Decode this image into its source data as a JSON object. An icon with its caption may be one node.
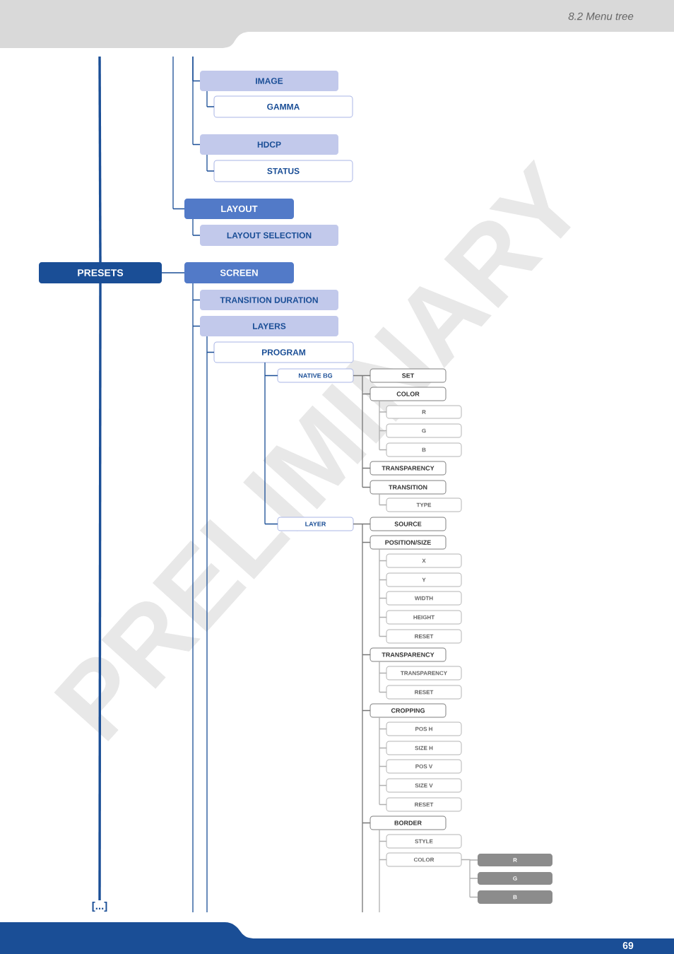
{
  "diagram": {
    "nodes": [
      {
        "text": [
          "IMAGE"
        ]
      },
      {
        "text": [
          "GAMMA"
        ]
      },
      {
        "text": [
          "HDCP"
        ]
      },
      {
        "text": [
          "STATUS"
        ]
      },
      {
        "text": [
          "LAYOUT"
        ]
      },
      {
        "text": [
          "LAYOUT SELECTION"
        ]
      },
      {
        "text": [
          "PRESETS"
        ]
      },
      {
        "text": [
          "SCREEN"
        ]
      },
      {
        "text": [
          "TRANSITION DURATION"
        ]
      },
      {
        "text": [
          "LAYERS"
        ]
      },
      {
        "text": [
          "PROGRAM"
        ]
      },
      {
        "text": [
          "NATIVE BG"
        ]
      },
      {
        "text": [
          "SET"
        ]
      },
      {
        "text": [
          "COLOR"
        ]
      },
      {
        "text": [
          "R"
        ]
      },
      {
        "text": [
          "G"
        ]
      },
      {
        "text": [
          "B"
        ]
      },
      {
        "text": [
          "TRANSPARENCY"
        ]
      },
      {
        "text": [
          "TRANSITION"
        ]
      },
      {
        "text": [
          "TYPE"
        ]
      },
      {
        "text": [
          "LAYER"
        ]
      },
      {
        "text": [
          "SOURCE"
        ]
      },
      {
        "text": [
          "POSITION/SIZE"
        ]
      },
      {
        "text": [
          "X"
        ]
      },
      {
        "text": [
          "Y"
        ]
      },
      {
        "text": [
          "WIDTH"
        ]
      },
      {
        "text": [
          "HEIGHT"
        ]
      },
      {
        "text": [
          "RESET"
        ]
      },
      {
        "text": [
          "TRANSPARENCY"
        ]
      },
      {
        "text": [
          "TRANSPARENCY"
        ]
      },
      {
        "text": [
          "RESET"
        ]
      },
      {
        "text": [
          "CROPPING"
        ]
      },
      {
        "text": [
          "POS H"
        ]
      },
      {
        "text": [
          "SIZE H"
        ]
      },
      {
        "text": [
          "POS V"
        ]
      },
      {
        "text": [
          "SIZE V"
        ]
      },
      {
        "text": [
          "RESET"
        ]
      },
      {
        "text": [
          "BORDER"
        ]
      },
      {
        "text": [
          "STYLE"
        ]
      },
      {
        "text": [
          "COLOR"
        ]
      },
      {
        "text": [
          "R"
        ]
      },
      {
        "text": [
          "G"
        ]
      },
      {
        "text": [
          "B"
        ]
      },
      {
        "text": [
          "[...]"
        ]
      }
    ],
    "edges": [
      {
        "from": null,
        "to": 0,
        "arrow": "none",
        "color": "#1a4e96"
      },
      {
        "from": 0,
        "to": 1,
        "arrow": "none",
        "color": "#1a4e96"
      },
      {
        "from": null,
        "to": 2,
        "arrow": "none",
        "color": "#1a4e96"
      },
      {
        "from": 2,
        "to": 3,
        "arrow": "none",
        "color": "#1a4e96"
      },
      {
        "from": null,
        "to": 4,
        "arrow": "none",
        "color": "#1a4e96"
      },
      {
        "from": 4,
        "to": 5,
        "arrow": "none",
        "color": "#1a4e96"
      },
      {
        "from": null,
        "to": 6,
        "arrow": "none",
        "style": "thick",
        "color": "#1a4e96"
      },
      {
        "from": 6,
        "to": 43,
        "arrow": "none",
        "style": "thick",
        "color": "#1a4e96"
      },
      {
        "from": 6,
        "to": 7,
        "arrow": "none",
        "color": "#1a4e96"
      },
      {
        "from": 7,
        "to": 8,
        "arrow": "none",
        "color": "#1a4e96"
      },
      {
        "from": 7,
        "to": 9,
        "arrow": "none",
        "color": "#1a4e96"
      },
      {
        "from": 7,
        "to": null,
        "arrow": "none",
        "color": "#1a4e96"
      },
      {
        "from": 9,
        "to": 10,
        "arrow": "none",
        "color": "#1a4e96"
      },
      {
        "from": 9,
        "to": null,
        "arrow": "none",
        "color": "#1a4e96"
      },
      {
        "from": 10,
        "to": 11,
        "arrow": "none",
        "color": "#1a4e96"
      },
      {
        "from": 10,
        "to": 20,
        "arrow": "none",
        "color": "#1a4e96"
      },
      {
        "from": 11,
        "to": 12,
        "arrow": "none",
        "color": "#777777"
      },
      {
        "from": 11,
        "to": 13,
        "arrow": "none",
        "color": "#777777"
      },
      {
        "from": 13,
        "to": 14,
        "arrow": "none"
      },
      {
        "from": 13,
        "to": 15,
        "arrow": "none"
      },
      {
        "from": 13,
        "to": 16,
        "arrow": "none"
      },
      {
        "from": 11,
        "to": 17,
        "arrow": "none",
        "color": "#777777"
      },
      {
        "from": 11,
        "to": 18,
        "arrow": "none",
        "color": "#777777"
      },
      {
        "from": 18,
        "to": 19,
        "arrow": "none"
      },
      {
        "from": 20,
        "to": 21,
        "arrow": "none",
        "color": "#777777"
      },
      {
        "from": 20,
        "to": 22,
        "arrow": "none",
        "color": "#777777"
      },
      {
        "from": 22,
        "to": 23,
        "arrow": "none"
      },
      {
        "from": 22,
        "to": 24,
        "arrow": "none"
      },
      {
        "from": 22,
        "to": 25,
        "arrow": "none"
      },
      {
        "from": 22,
        "to": 26,
        "arrow": "none"
      },
      {
        "from": 22,
        "to": 27,
        "arrow": "none"
      },
      {
        "from": 20,
        "to": 28,
        "arrow": "none",
        "color": "#777777"
      },
      {
        "from": 28,
        "to": 29,
        "arrow": "none"
      },
      {
        "from": 28,
        "to": 30,
        "arrow": "none"
      },
      {
        "from": 20,
        "to": 31,
        "arrow": "none",
        "color": "#777777"
      },
      {
        "from": 31,
        "to": 32,
        "arrow": "none"
      },
      {
        "from": 31,
        "to": 33,
        "arrow": "none"
      },
      {
        "from": 31,
        "to": 34,
        "arrow": "none"
      },
      {
        "from": 31,
        "to": 35,
        "arrow": "none"
      },
      {
        "from": 31,
        "to": 36,
        "arrow": "none"
      },
      {
        "from": 20,
        "to": 37,
        "arrow": "none",
        "color": "#777777"
      },
      {
        "from": 20,
        "to": null,
        "arrow": "none",
        "color": "#777777"
      },
      {
        "from": 37,
        "to": 38,
        "arrow": "none"
      },
      {
        "from": 37,
        "to": 39,
        "arrow": "none"
      },
      {
        "from": 37,
        "to": null,
        "arrow": "none"
      },
      {
        "from": 39,
        "to": 40,
        "arrow": "none"
      },
      {
        "from": 39,
        "to": 41,
        "arrow": "none"
      },
      {
        "from": 39,
        "to": 42,
        "arrow": "none"
      }
    ],
    "labels": [
      "8.2 Menu tree",
      "PRELIMINARY",
      "69"
    ]
  }
}
